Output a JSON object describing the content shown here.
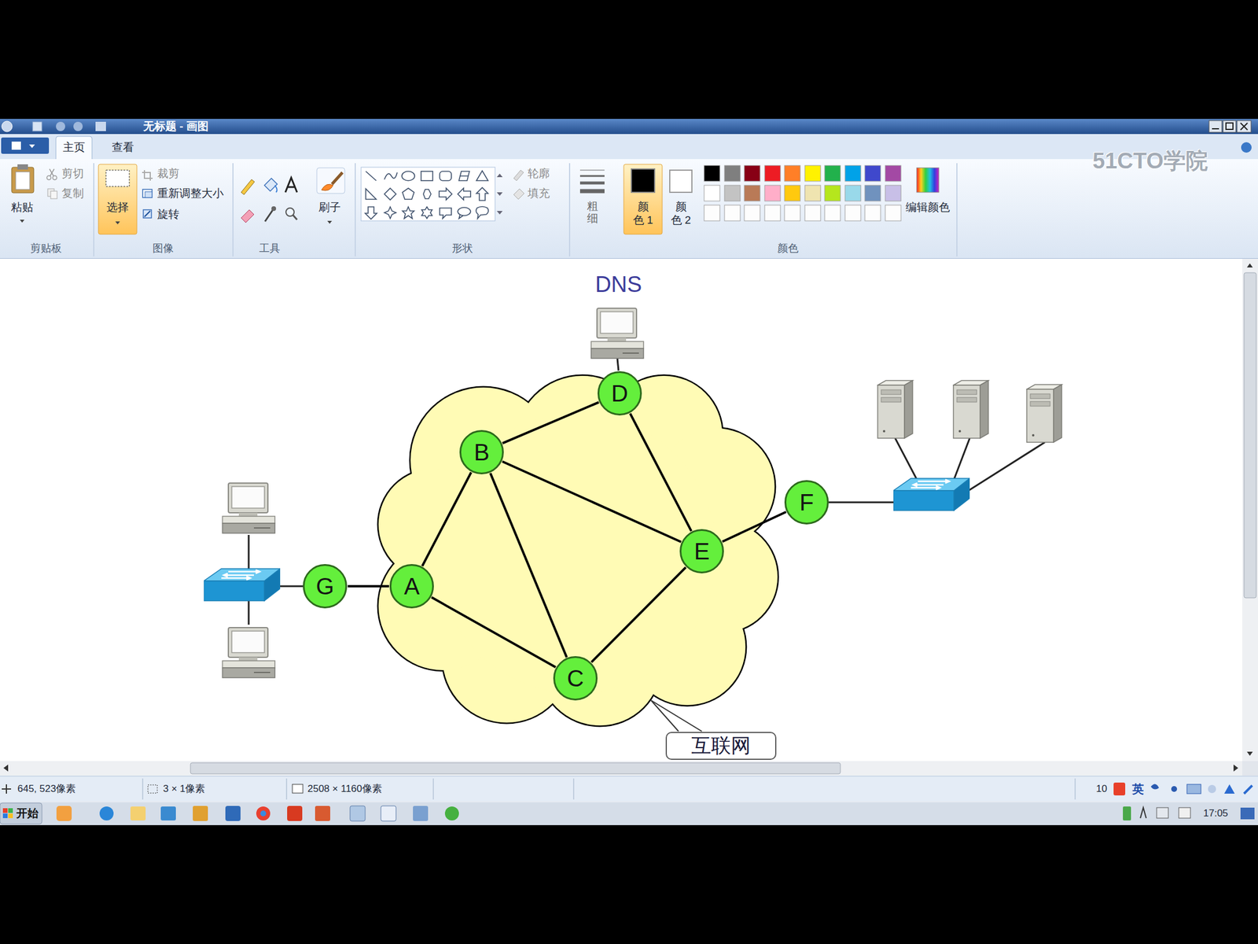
{
  "diagram": {
    "nodes": [
      {
        "text": [
          "D"
        ]
      },
      {
        "text": [
          "B"
        ]
      },
      {
        "text": [
          "F"
        ]
      },
      {
        "text": [
          "E"
        ]
      },
      {
        "text": [
          "G"
        ]
      },
      {
        "text": [
          "A"
        ]
      },
      {
        "text": [
          "C"
        ]
      },
      {
        "text": [
          "互联网"
        ]
      }
    ],
    "edges": [
      {
        "from": 0,
        "to": 1,
        "arrow": "none"
      },
      {
        "from": 0,
        "to": 3,
        "arrow": "none"
      },
      {
        "from": 1,
        "to": 3,
        "arrow": "none"
      },
      {
        "from": 1,
        "to": 5,
        "arrow": "none"
      },
      {
        "from": 1,
        "to": 6,
        "arrow": "none"
      },
      {
        "from": 3,
        "to": 2,
        "arrow": "none"
      },
      {
        "from": 4,
        "to": 5,
        "arrow": "none"
      },
      {
        "from": 5,
        "to": 6,
        "arrow": "none"
      },
      {
        "from": 6,
        "to": 3,
        "arrow": "none"
      }
    ],
    "labels": [
      "无标题 - 画图",
      "主页",
      "查看",
      "51CTO学院",
      "粘贴",
      "剪切",
      "复制",
      "选择",
      "裁剪",
      "重新调整大小",
      "旋转",
      "刷子",
      "轮廓",
      "填充",
      "粗细",
      "颜色 1",
      "颜色 2",
      "编辑颜色",
      "剪贴板",
      "图像",
      "工具",
      "形状",
      "颜色",
      "DNS",
      "645, 523像素",
      "3 × 1像素",
      "2508 × 1160像素",
      "10",
      "英",
      "开始",
      "17:05"
    ]
  }
}
